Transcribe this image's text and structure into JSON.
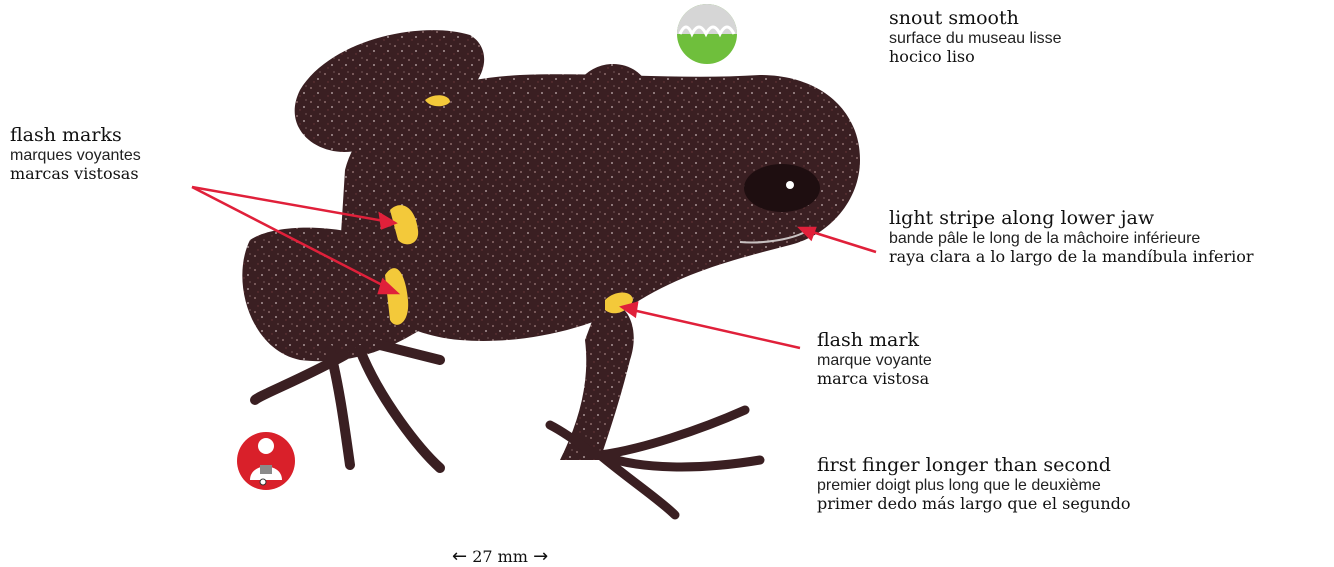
{
  "labels": {
    "snout": {
      "en": "snout smooth",
      "fr": "surface du museau lisse",
      "es": "hocico liso"
    },
    "flash_marks": {
      "en": "flash marks",
      "fr": "marques voyantes",
      "es": "marcas vistosas"
    },
    "jaw_stripe": {
      "en": "light stripe along lower jaw",
      "fr": "bande pâle le long de la mâchoire inférieure",
      "es": "raya clara a lo largo de la mandíbula inferior"
    },
    "flash_mark": {
      "en": "flash mark",
      "fr": "marque voyante",
      "es": "marca vistosa"
    },
    "finger": {
      "en": "first finger longer than second",
      "fr": "premier doigt plus long que le deuxième",
      "es": "primer dedo más largo que el segundo"
    }
  },
  "scale": {
    "left_arrow": "←",
    "value": "27 mm",
    "right_arrow": "→"
  },
  "icons": {
    "snout_icon": "snout-smooth-icon",
    "observer_icon": "observer-badge-icon"
  },
  "colors": {
    "pointer": "#e0203a",
    "flash": "#f3c93a",
    "frog_body": "#3a1f22",
    "snout_icon": "#6fbf3c",
    "observer_icon": "#d9202a"
  }
}
